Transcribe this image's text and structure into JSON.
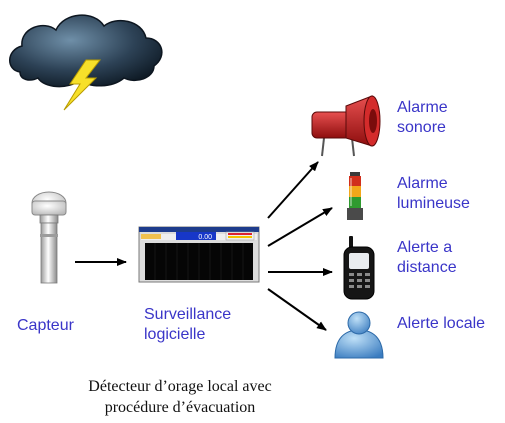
{
  "nodes": {
    "sensor": {
      "label": "Capteur",
      "icon": "lightning-sensor-icon"
    },
    "software": {
      "label": "Surveillance\nlogicielle",
      "icon": "monitoring-screen-icon",
      "screen_value": "0.00"
    },
    "sound_alarm": {
      "label": "Alarme\nsonore",
      "icon": "siren-horn-icon"
    },
    "light_alarm": {
      "label": "Alarme\nlumineuse",
      "icon": "signal-tower-light-icon"
    },
    "remote_alert": {
      "label": "Alerte a\ndistance",
      "icon": "handheld-device-icon"
    },
    "local_alert": {
      "label": "Alerte locale",
      "icon": "user-person-icon"
    }
  },
  "decoration": {
    "icon": "storm-cloud-lightning-icon"
  },
  "caption": "Détecteur d’orage local avec\nprocédure d’évacuation",
  "colors": {
    "label_text": "#3a35c8",
    "arrow": "#000000"
  }
}
